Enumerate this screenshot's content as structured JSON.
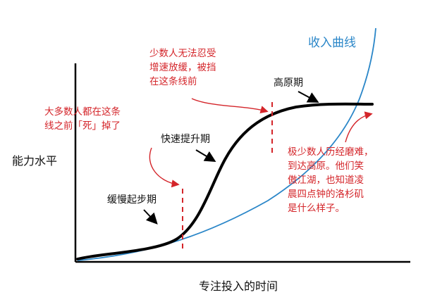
{
  "labels": {
    "income_curve": "收入曲线",
    "plateau": "高原期",
    "rapid_rise": "快速提升期",
    "slow_start": "缓慢起步期",
    "y_axis": "能力水平",
    "x_axis": "专注投入的时间"
  },
  "notes": {
    "most_people": [
      "大多数人都在这条",
      "线之前「死」掉了"
    ],
    "few_people": [
      "少数人无法忍受",
      "增速放缓，被挡",
      "在这条线前"
    ],
    "very_few": [
      "极少数人历经磨难，",
      "到达高原。他们笑",
      "傲江湖，也知道凌",
      "晨四点钟的洛杉矶",
      "是什么样子。"
    ]
  },
  "colors": {
    "ability_curve": "#000000",
    "income_curve": "#2a86c8",
    "annotation": "#d4252a"
  }
}
